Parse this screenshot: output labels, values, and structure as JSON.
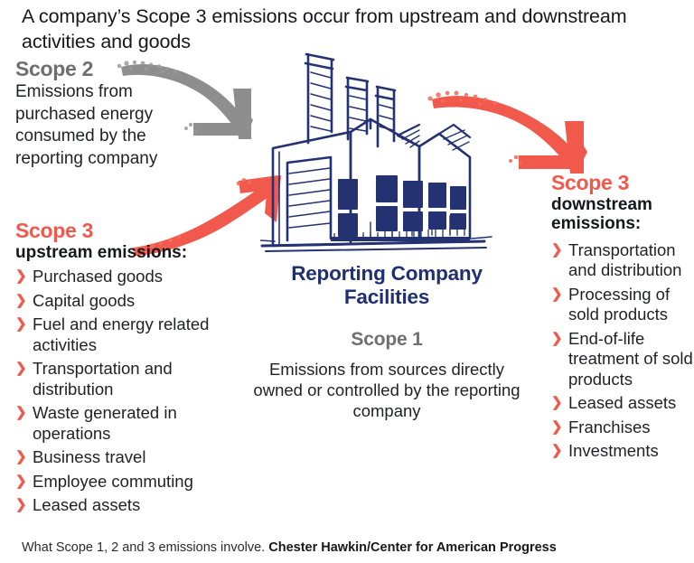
{
  "title": "A company’s Scope 3 emissions occur from upstream and downstream activities and goods",
  "colors": {
    "accent_red": "#f0594b",
    "navy": "#1f2f70",
    "gray": "#6f6f6f",
    "text": "#1f2124",
    "background": "#ffffff"
  },
  "scope2": {
    "heading": "Scope 2",
    "body": "Emissions from purchased energy consumed by the reporting company"
  },
  "scope3_upstream": {
    "heading": "Scope 3",
    "subheading": "upstream emissions:",
    "items": [
      "Purchased goods",
      "Capital goods",
      "Fuel and energy related activities",
      "Transportation and distribution",
      "Waste generated in operations",
      "Business travel",
      "Employee commuting",
      "Leased assets"
    ]
  },
  "scope3_downstream": {
    "heading": "Scope 3",
    "subheading": "downstream emissions:",
    "items": [
      "Transportation and distribution",
      "Processing of sold products",
      "End-of-life treatment of sold products",
      "Leased assets",
      "Franchises",
      "Investments"
    ]
  },
  "center": {
    "facility_title": "Reporting Company Facilities",
    "scope1_heading": "Scope 1",
    "scope1_body": "Emissions from sources directly owned or controlled by the reporting company",
    "illustration_name": "factory-illustration"
  },
  "arrows": {
    "scope2_arrow_color": "#8e8e8e",
    "upstream_arrow_color": "#f0594b",
    "downstream_arrow_color": "#f0594b"
  },
  "caption": {
    "text": "What Scope 1, 2 and 3 emissions involve.",
    "credit": "Chester Hawkin/Center for American Progress"
  }
}
